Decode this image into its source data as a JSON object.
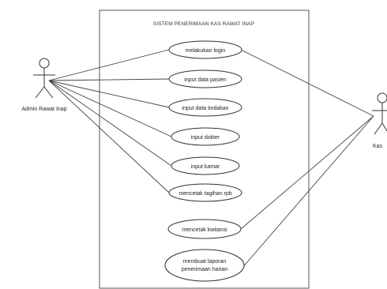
{
  "diagram": {
    "system_title": "SISTEM PENERIMAAN KAS RAWAT INAP",
    "actors": {
      "left": {
        "label": "Admin Rawat Inap"
      },
      "right": {
        "label": "Kas"
      }
    },
    "use_cases": [
      {
        "label": "melakukan login"
      },
      {
        "label": "input data pasien"
      },
      {
        "label": "input data tindakan"
      },
      {
        "label": "input dokter"
      },
      {
        "label": "input kamar"
      },
      {
        "label": "mencetak tagihan rpb"
      },
      {
        "label": "mencetak kwitansi"
      },
      {
        "label_line1": "membuat laporan",
        "label_line2": "penerimaan harian"
      }
    ]
  }
}
